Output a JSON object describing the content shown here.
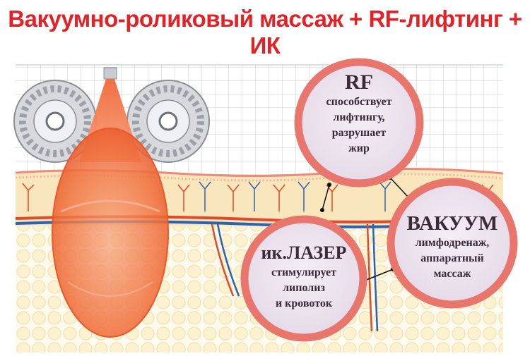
{
  "title": "Вакуумно-роликовый массаж + RF-лифтинг + ИК",
  "bubbles": {
    "rf": {
      "heading": "RF",
      "lines": [
        "способствует",
        "лифтингу,",
        "разрушает",
        "жир"
      ]
    },
    "vacuum": {
      "heading": "ВАКУУМ",
      "lines": [
        "лимфодренаж,",
        "аппаратный",
        "массаж"
      ]
    },
    "laser": {
      "heading": "ик.ЛАЗЕР",
      "lines": [
        "стимулирует",
        "липолиз",
        "и кровоток"
      ]
    }
  },
  "colors": {
    "title": "#e32228",
    "bubble_ring": "#e8766c",
    "bubble_fill": "#ede4ee",
    "skin": "#f7e2b8",
    "fat": "#fbf1cc",
    "vein_red": "#e04a2c",
    "vein_blue": "#2c63b0",
    "applicator": "#f27a4a"
  }
}
